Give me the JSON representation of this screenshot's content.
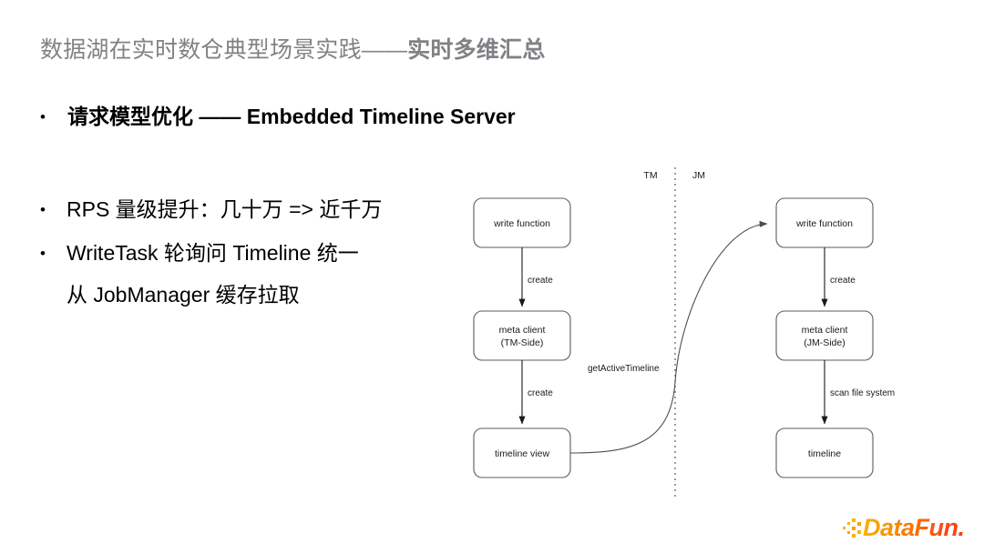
{
  "slide": {
    "title_plain": "数据湖在实时数仓典型场景实践——",
    "title_accent": "实时多维汇总",
    "bullet_char": "•"
  },
  "content": {
    "headline": "请求模型优化 —— Embedded Timeline Server",
    "points": [
      "RPS 量级提升：几十万 => 近千万",
      "WriteTask 轮询问 Timeline 统一"
    ],
    "point_continuation": "从 JobManager 缓存拉取"
  },
  "diagram": {
    "lanes": [
      {
        "id": "tm",
        "label": "TM"
      },
      {
        "id": "jm",
        "label": "JM"
      }
    ],
    "nodes": [
      {
        "id": "tm-write-function",
        "label": "write function",
        "lane": "tm"
      },
      {
        "id": "tm-meta-client",
        "label_line1": "meta client",
        "label_line2": "(TM-Side)",
        "lane": "tm"
      },
      {
        "id": "tm-timeline-view",
        "label": "timeline view",
        "lane": "tm"
      },
      {
        "id": "jm-write-function",
        "label": "write function",
        "lane": "jm"
      },
      {
        "id": "jm-meta-client",
        "label_line1": "meta client",
        "label_line2": "(JM-Side)",
        "lane": "jm"
      },
      {
        "id": "jm-timeline",
        "label": "timeline",
        "lane": "jm"
      }
    ],
    "edges": [
      {
        "id": "tm-write-to-meta",
        "label": "create",
        "from": "tm-write-function",
        "to": "tm-meta-client"
      },
      {
        "id": "tm-meta-to-view",
        "label": "create",
        "from": "tm-meta-client",
        "to": "tm-timeline-view"
      },
      {
        "id": "view-to-jm-write",
        "label": "getActiveTimeline",
        "from": "tm-timeline-view",
        "to": "jm-write-function"
      },
      {
        "id": "jm-write-to-meta",
        "label": "create",
        "from": "jm-write-function",
        "to": "jm-meta-client"
      },
      {
        "id": "jm-meta-to-timeline",
        "label": "scan file system",
        "from": "jm-meta-client",
        "to": "jm-timeline"
      }
    ]
  },
  "logo": {
    "text": "DataFun.",
    "gradient_start": "#f7b500",
    "gradient_end": "#fa3c19"
  },
  "colors": {
    "background": "#ffffff",
    "title": "#808285",
    "body_text": "#000000",
    "node_stroke": "#5c5c5c",
    "edge_stroke": "#1a1a1a"
  }
}
